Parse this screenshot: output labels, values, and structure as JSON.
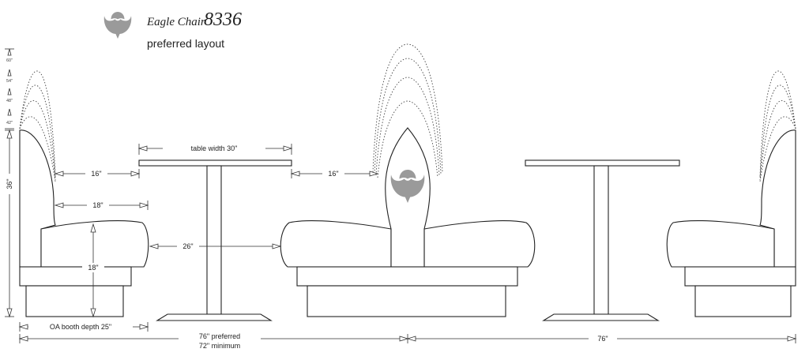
{
  "header": {
    "brand": "Eagle Chair",
    "model": "8336",
    "subtitle": "preferred layout",
    "logo_icon": "eagle-icon"
  },
  "dimensions": {
    "table_width": "table width 30\"",
    "back_clearance_left": "16\"",
    "seat_depth": "18\"",
    "seat_height": "18\"",
    "table_height": "26\"",
    "back_clearance_center": "16\"",
    "booth_height": "36\"",
    "oa_booth_depth": "OA booth depth 25\"",
    "spacing_preferred": "76\" preferred",
    "spacing_minimum": "72\" minimum",
    "spacing_right": "76\""
  },
  "back_heights": [
    "60\"",
    "54\"",
    "48\"",
    "42\""
  ],
  "colors": {
    "line": "#222222",
    "logo": "#9a9a9a"
  }
}
